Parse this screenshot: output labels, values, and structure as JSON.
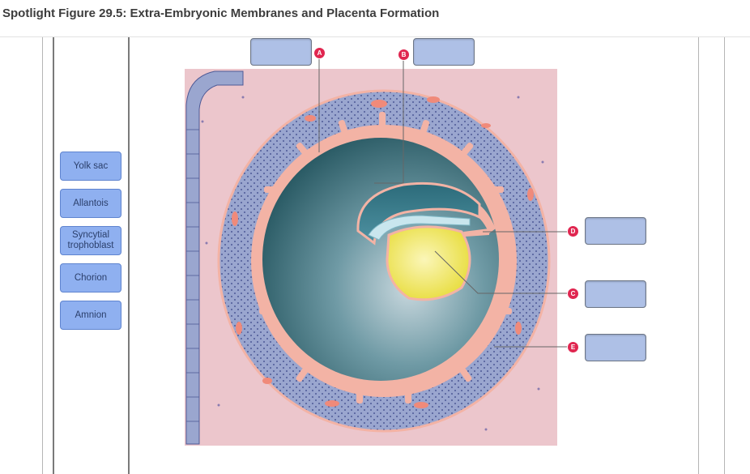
{
  "title": "Spotlight Figure 29.5: Extra-Embryonic Membranes and Placenta Formation",
  "word_bank": [
    {
      "label": "Yolk sac"
    },
    {
      "label": "Allantois"
    },
    {
      "label": "Syncytial trophoblast"
    },
    {
      "label": "Chorion"
    },
    {
      "label": "Amnion"
    }
  ],
  "markers": [
    "A",
    "B",
    "C",
    "D",
    "E"
  ],
  "colors": {
    "chip": "#8fb0f0",
    "drop_box": "#aec0e6",
    "marker": "#e02650",
    "uterine_tissue": "#ecc6cc",
    "trophoblast": "#9aa6cf",
    "chorion": "#f3b3a5",
    "chorionic_cavity": "#2f6872",
    "yolk_sac": "#f2ea69"
  }
}
